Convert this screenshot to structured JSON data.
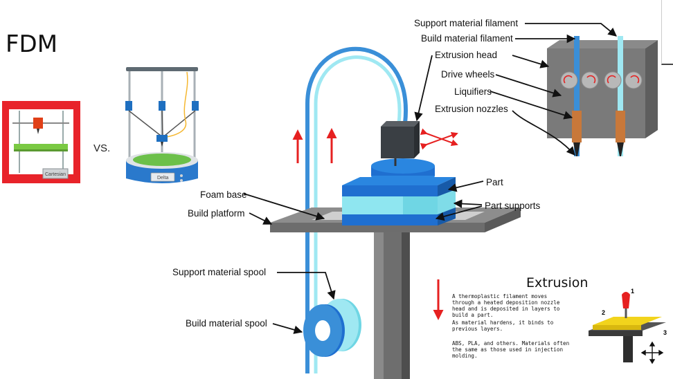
{
  "title": "FDM",
  "versus": "VS.",
  "printer_labels": {
    "cartesian": "Cartesian",
    "delta": "Delta"
  },
  "labels": {
    "support_filament": "Support material filament",
    "build_filament": "Build material filament",
    "extrusion_head": "Extrusion head",
    "drive_wheels": "Drive wheels",
    "liquifiers": "Liquifiers",
    "extrusion_nozzles": "Extrusion nozzles",
    "part": "Part",
    "part_supports": "Part supports",
    "foam_base": "Foam base",
    "build_platform": "Build platform",
    "support_spool": "Support material spool",
    "build_spool": "Build material spool"
  },
  "extrusion": {
    "title": "Extrusion",
    "paragraphs": [
      "A thermoplastic filament moves through a heated deposition nozzle head and is deposited in layers to build a part.",
      "As material hardens, it binds to previous layers.",
      "ABS, PLA, and others. Materials often the same as those used in injection molding."
    ],
    "step_numbers": [
      "1",
      "2",
      "3"
    ]
  },
  "colors": {
    "frame_red": "#e8232a",
    "filament_blue": "#3a8fd8",
    "support_cyan": "#9fe8f2",
    "part_blue": "#1f6fd0",
    "part_light": "#8fe6f0",
    "head_dark": "#3a3f44",
    "platform_grey": "#8d8d8d",
    "arrow_red": "#e62020",
    "copper": "#c8783a",
    "printbed_yellow": "#f2d41c"
  }
}
